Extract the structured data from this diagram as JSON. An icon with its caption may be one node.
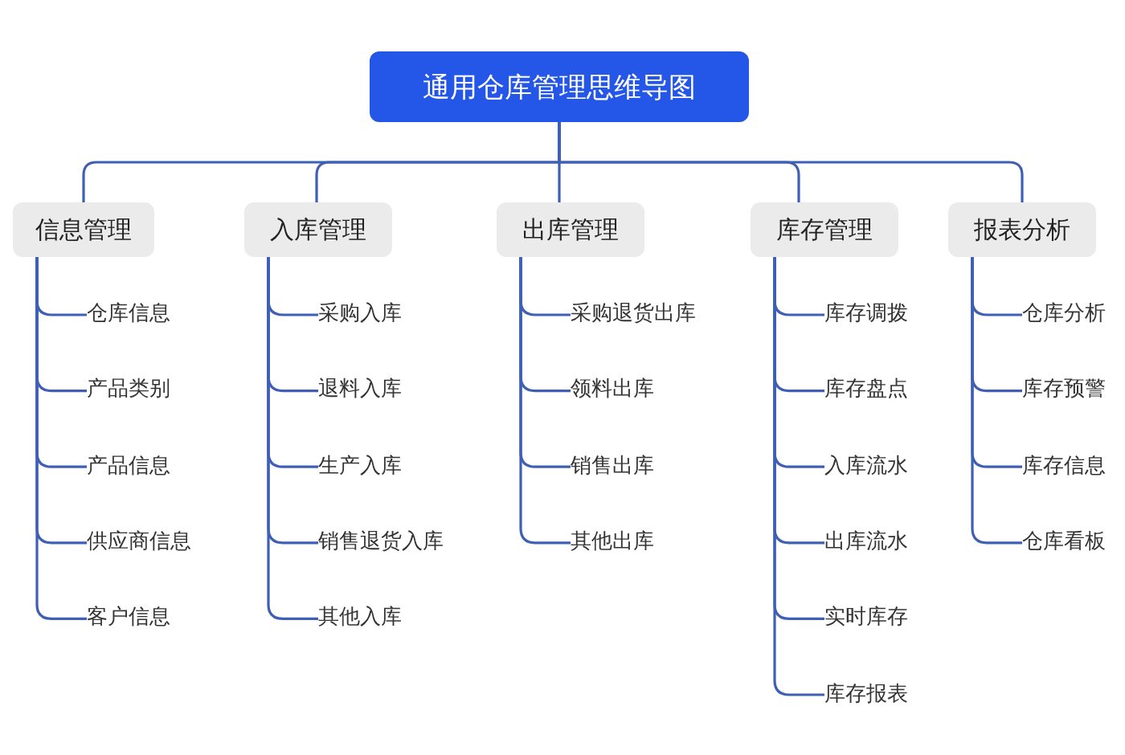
{
  "diagram": {
    "nodes": [
      {
        "text": [
          "通用仓库管理思维导图"
        ]
      },
      {
        "text": [
          "信息管理"
        ]
      },
      {
        "text": [
          "仓库信息"
        ]
      },
      {
        "text": [
          "产品类别"
        ]
      },
      {
        "text": [
          "产品信息"
        ]
      },
      {
        "text": [
          "供应商信息"
        ]
      },
      {
        "text": [
          "客户信息"
        ]
      },
      {
        "text": [
          "入库管理"
        ]
      },
      {
        "text": [
          "采购入库"
        ]
      },
      {
        "text": [
          "退料入库"
        ]
      },
      {
        "text": [
          "生产入库"
        ]
      },
      {
        "text": [
          "销售退货入库"
        ]
      },
      {
        "text": [
          "其他入库"
        ]
      },
      {
        "text": [
          "出库管理"
        ]
      },
      {
        "text": [
          "采购退货出库"
        ]
      },
      {
        "text": [
          "领料出库"
        ]
      },
      {
        "text": [
          "销售出库"
        ]
      },
      {
        "text": [
          "其他出库"
        ]
      },
      {
        "text": [
          "库存管理"
        ]
      },
      {
        "text": [
          "库存调拨"
        ]
      },
      {
        "text": [
          "库存盘点"
        ]
      },
      {
        "text": [
          "入库流水"
        ]
      },
      {
        "text": [
          "出库流水"
        ]
      },
      {
        "text": [
          "实时库存"
        ]
      },
      {
        "text": [
          "库存报表"
        ]
      },
      {
        "text": [
          "报表分析"
        ]
      },
      {
        "text": [
          "仓库分析"
        ]
      },
      {
        "text": [
          "库存预警"
        ]
      },
      {
        "text": [
          "库存信息"
        ]
      },
      {
        "text": [
          "仓库看板"
        ]
      }
    ],
    "edges": [
      {
        "from": 0,
        "to": 1,
        "arrow": "none"
      },
      {
        "from": 0,
        "to": 7,
        "arrow": "none"
      },
      {
        "from": 0,
        "to": 13,
        "arrow": "none"
      },
      {
        "from": 0,
        "to": 18,
        "arrow": "none"
      },
      {
        "from": 0,
        "to": 25,
        "arrow": "none"
      },
      {
        "from": 1,
        "to": 2,
        "arrow": "none"
      },
      {
        "from": 1,
        "to": 3,
        "arrow": "none"
      },
      {
        "from": 1,
        "to": 4,
        "arrow": "none"
      },
      {
        "from": 1,
        "to": 5,
        "arrow": "none"
      },
      {
        "from": 1,
        "to": 6,
        "arrow": "none"
      },
      {
        "from": 7,
        "to": 8,
        "arrow": "none"
      },
      {
        "from": 7,
        "to": 9,
        "arrow": "none"
      },
      {
        "from": 7,
        "to": 10,
        "arrow": "none"
      },
      {
        "from": 7,
        "to": 11,
        "arrow": "none"
      },
      {
        "from": 7,
        "to": 12,
        "arrow": "none"
      },
      {
        "from": 13,
        "to": 14,
        "arrow": "none"
      },
      {
        "from": 13,
        "to": 15,
        "arrow": "none"
      },
      {
        "from": 13,
        "to": 16,
        "arrow": "none"
      },
      {
        "from": 13,
        "to": 17,
        "arrow": "none"
      },
      {
        "from": 18,
        "to": 19,
        "arrow": "none"
      },
      {
        "from": 18,
        "to": 20,
        "arrow": "none"
      },
      {
        "from": 18,
        "to": 21,
        "arrow": "none"
      },
      {
        "from": 18,
        "to": 22,
        "arrow": "none"
      },
      {
        "from": 18,
        "to": 23,
        "arrow": "none"
      },
      {
        "from": 18,
        "to": 24,
        "arrow": "none"
      },
      {
        "from": 25,
        "to": 26,
        "arrow": "none"
      },
      {
        "from": 25,
        "to": 27,
        "arrow": "none"
      },
      {
        "from": 25,
        "to": 28,
        "arrow": "none"
      },
      {
        "from": 25,
        "to": 29,
        "arrow": "none"
      }
    ]
  }
}
